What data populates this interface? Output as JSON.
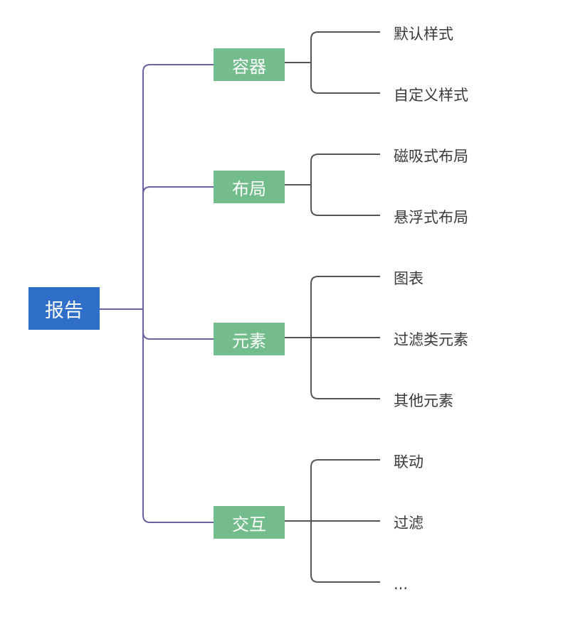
{
  "root": {
    "label": "报告"
  },
  "branches": [
    {
      "label": "容器",
      "children": [
        "默认样式",
        "自定义样式"
      ]
    },
    {
      "label": "布局",
      "children": [
        "磁吸式布局",
        "悬浮式布局"
      ]
    },
    {
      "label": "元素",
      "children": [
        "图表",
        "过滤类元素",
        "其他元素"
      ]
    },
    {
      "label": "交互",
      "children": [
        "联动",
        "过滤",
        "..."
      ]
    }
  ],
  "colors": {
    "root_fill": "#2f6fc9",
    "branch_fill": "#72bd8b",
    "root_connector": "#6a62a0",
    "leaf_connector": "#555555",
    "leaf_text": "#3a3a3a"
  }
}
